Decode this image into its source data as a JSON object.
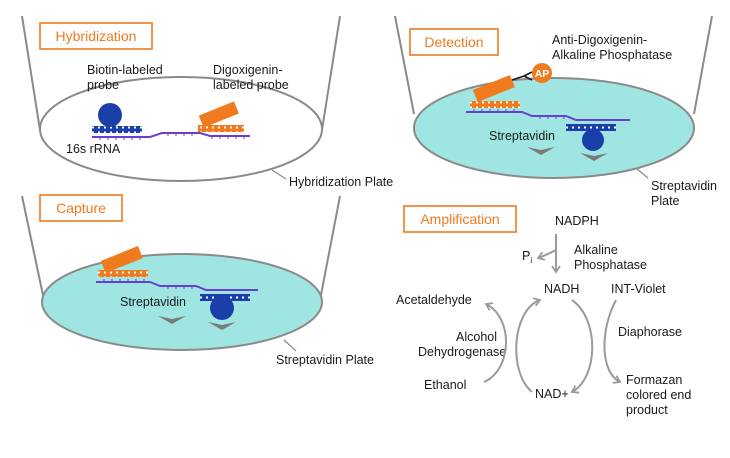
{
  "panels": {
    "hybridization": {
      "title": "Hybridization",
      "biotin_probe": [
        "Biotin-labeled",
        "probe"
      ],
      "dig_probe": [
        "Digoxigenin-",
        "labeled probe"
      ],
      "rrna": "16s rRNA",
      "plate": "Hybridization Plate"
    },
    "detection": {
      "title": "Detection",
      "conjugate": [
        "Anti-Digoxigenin-",
        "Alkaline Phosphatase"
      ],
      "ap_badge": "AP",
      "streptavidin": "Streptavidin",
      "plate": [
        "Streptavidin",
        "Plate"
      ]
    },
    "capture": {
      "title": "Capture",
      "streptavidin": "Streptavidin",
      "plate": "Streptavidin Plate"
    },
    "amplification": {
      "title": "Amplification",
      "nadph": "NADPH",
      "pi": "P",
      "pi_sub": "i",
      "alkaline_phosphatase": [
        "Alkaline",
        "Phosphatase"
      ],
      "nadh": "NADH",
      "nad_plus": "NAD+",
      "acetaldehyde": "Acetaldehyde",
      "ethanol": "Ethanol",
      "alcohol_dehydrogenase": [
        "Alcohol",
        "Dehydrogenase"
      ],
      "int_violet": "INT-Violet",
      "diaphorase": "Diaphorase",
      "formazan": [
        "Formazan",
        "colored end",
        "product"
      ]
    }
  },
  "colors": {
    "accent_orange": "#f07a1e",
    "probe_blue": "#1a3fa8",
    "rna_purple": "#6a3fd0",
    "plate_cyan": "#9fe6e2",
    "well_gray": "#8a8a8a"
  }
}
